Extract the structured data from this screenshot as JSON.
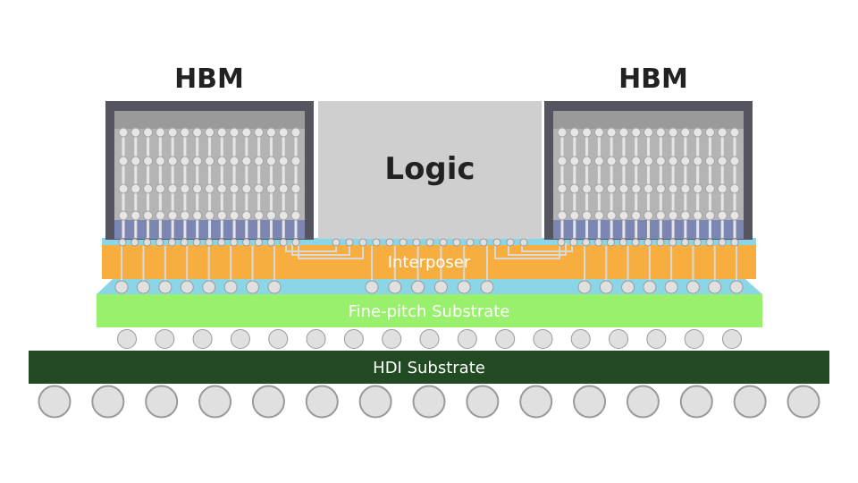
{
  "labels": {
    "hbm_left": "HBM",
    "hbm_right": "HBM",
    "logic": "Logic",
    "interposer": "Interposer",
    "fine_pitch_substrate": "Fine-pitch Substrate",
    "hdi_substrate": "HDI Substrate"
  },
  "colors": {
    "background": "#ffffff",
    "hbm_frame": "#55555f",
    "hbm_top_die": "#9a9a9a",
    "hbm_die_body": "#b4b4b4",
    "tsv_pillar": "#e6e6e6",
    "hbm_base_die": "#7b86b2",
    "logic_die": "#cfcfcf",
    "microbump_layer": "#8ad6e6",
    "interposer": "#f7ae3f",
    "interposer_trace": "#d9d9d9",
    "fine_pitch_substrate": "#98f06c",
    "hdi_substrate": "#224b23",
    "solder_ball": "#e0e0e0",
    "solder_ball_stroke": "#9a9a9a",
    "label_dark": "#222222",
    "label_light": "#ffffff"
  }
}
